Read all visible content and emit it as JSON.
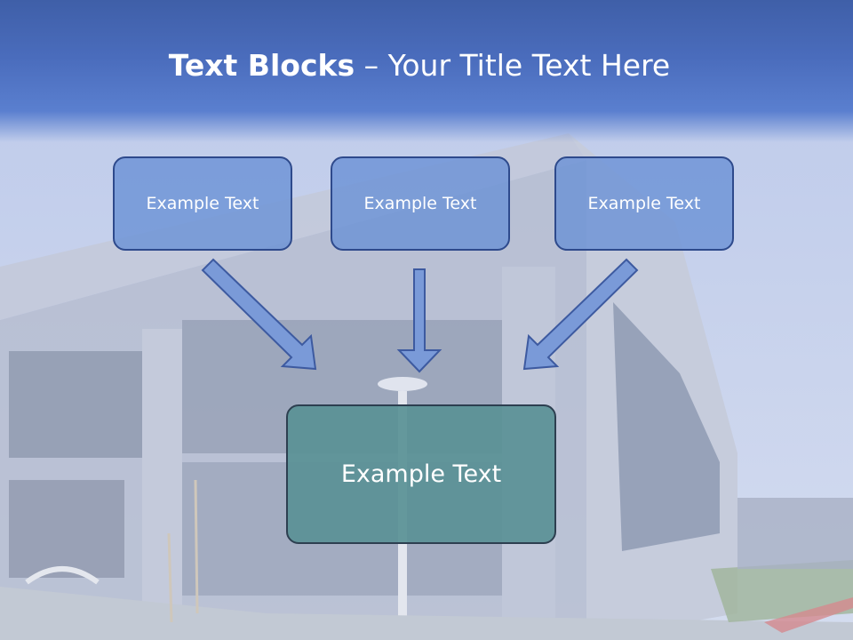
{
  "title": {
    "bold": "Text Blocks",
    "dash": " – ",
    "rest": "Your Title Text Here"
  },
  "blocks": {
    "top_left": "Example Text",
    "top_middle": "Example Text",
    "top_right": "Example Text",
    "bottom": "Example Text"
  },
  "colors": {
    "header_blue": "#4a6cbc",
    "block_blue": "#6c92d6",
    "block_border": "#2e4a8c",
    "bottom_block_teal": "#5a9196",
    "arrow_fill": "#7a9ad8",
    "arrow_stroke": "#3d5aa0"
  }
}
